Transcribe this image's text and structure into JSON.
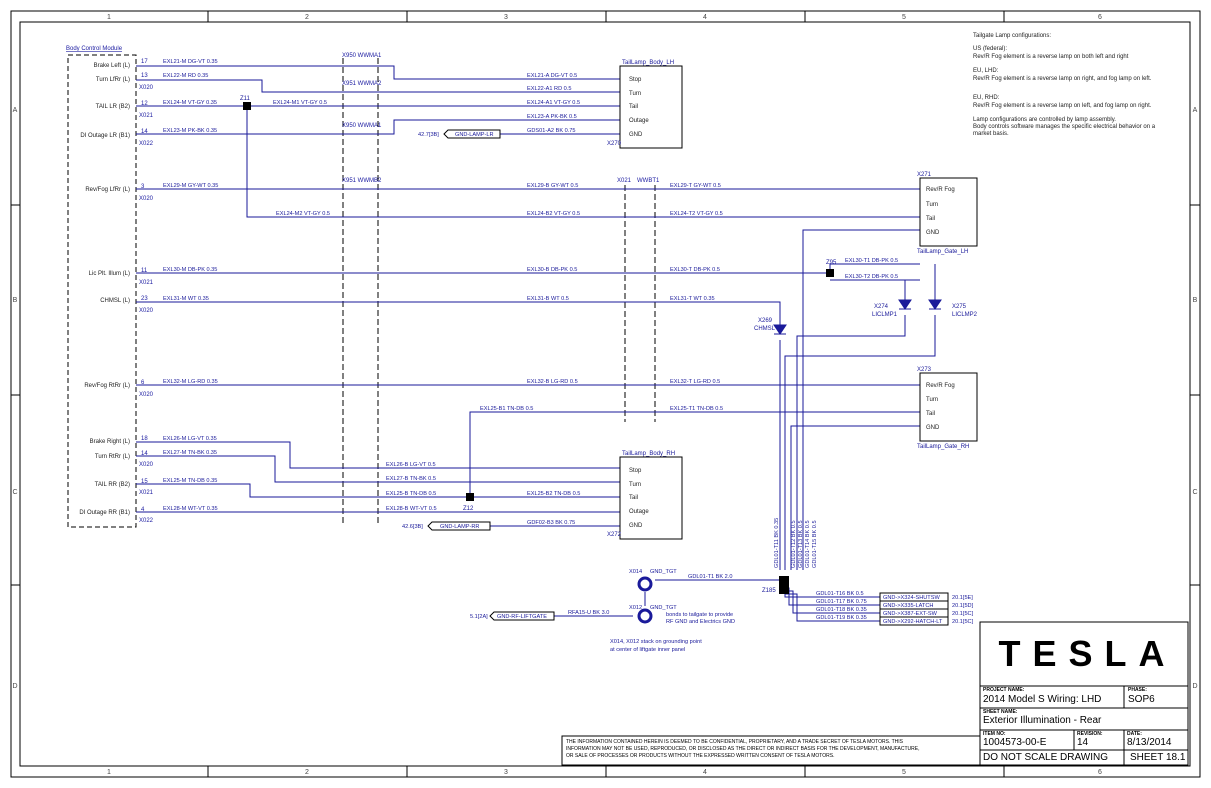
{
  "border": {
    "cols": [
      "1",
      "2",
      "3",
      "4",
      "5",
      "6"
    ],
    "rows": [
      "A",
      "B",
      "C",
      "D"
    ]
  },
  "config": {
    "title": "Tailgate Lamp configurations:",
    "us_head": "US (federal):",
    "us_text": "Rev/R Fog element is a reverse lamp on both left and right",
    "eu_head": "EU, LHD:",
    "eu_text": "Rev/R Fog element is a reverse lamp on right, and fog lamp on left.",
    "euh_head": "EU, RHD:",
    "euh_text": "Rev/R Fog element is a reverse lamp on left, and fog lamp on right.",
    "note1": "Lamp configurations are controlled by lamp assembly.",
    "note2": "Body controls software manages the specific electrical behavior on a",
    "note3": "market basis."
  },
  "bcm": {
    "title": "Body Control Module",
    "pins": [
      {
        "label": "Brake Left (L)",
        "pin": "17"
      },
      {
        "label": "Turn LfRr (L)",
        "pin": "13",
        "conn": "X020"
      },
      {
        "label": "TAIL LR (B2)",
        "pin": "12",
        "conn": "X021"
      },
      {
        "label": "DI Outage LR (B1)",
        "pin": "14",
        "conn": "X022"
      },
      {
        "label": "Rev/Fog LfRr (L)",
        "pin": "3",
        "conn": "X020"
      },
      {
        "label": "Lic Plt. Illum (L)",
        "pin": "11",
        "conn": "X021"
      },
      {
        "label": "CHMSL (L)",
        "pin": "23",
        "conn": "X020"
      },
      {
        "label": "Rev/Fog RtRr (L)",
        "pin": "6",
        "conn": "X020"
      },
      {
        "label": "Brake Right (L)",
        "pin": "18"
      },
      {
        "label": "Turn RtRr (L)",
        "pin": "14",
        "conn": "X020"
      },
      {
        "label": "TAIL RR (B2)",
        "pin": "15",
        "conn": "X021"
      },
      {
        "label": "DI Outage RR (B1)",
        "pin": "4",
        "conn": "X022"
      }
    ]
  },
  "wires": {
    "w1": "EXL21-M DG-VT 0.35",
    "w2": "EXL22-M RD 0.35",
    "w3": "EXL24-M VT-GY 0.35",
    "w3b": "EXL24-M1 VT-GY 0.5",
    "w4": "EXL23-M PK-BK 0.35",
    "w5": "EXL29-M GY-WT 0.35",
    "w5b": "EXL24-M2 VT-GY 0.5",
    "w6": "EXL30-M DB-PK 0.35",
    "w7": "EXL31-M WT 0.35",
    "w8": "EXL32-M LG-RD 0.35",
    "w9": "EXL26-M LG-VT 0.35",
    "w10": "EXL27-M TN-BK 0.35",
    "w11": "EXL25-M TN-DB 0.35",
    "w12": "EXL28-M WT-VT 0.35",
    "r1": "EXL21-A DG-VT 0.5",
    "r2": "EXL22-A1 RD 0.5",
    "r3": "EXL24-A1 VT-GY 0.5",
    "r4": "EXL23-A PK-BK 0.5",
    "r5": "GDS01-A2 BK 0.75",
    "r6": "EXL29-B GY-WT 0.5",
    "r6b": "EXL29-T GY-WT 0.5",
    "r7": "EXL24-B2 VT-GY 0.5",
    "r7b": "EXL24-T2 VT-GY 0.5",
    "r8": "EXL30-B DB-PK 0.5",
    "r8b": "EXL30-T DB-PK 0.5",
    "r8c": "EXL30-T1 DB-PK 0.5",
    "r8d": "EXL30-T2 DB-PK 0.5",
    "r9": "EXL31-B WT 0.5",
    "r9b": "EXL31-T WT 0.35",
    "r10": "EXL32-B LG-RD 0.5",
    "r10b": "EXL32-T LG-RD 0.5",
    "r11": "EXL25-B1 TN-DB 0.5",
    "r11b": "EXL25-T1 TN-DB 0.5",
    "r12": "EXL26-B LG-VT 0.5",
    "r13": "EXL27-B TN-BK 0.5",
    "r14": "EXL25-B TN-DB 0.5",
    "r14b": "EXL25-B2 TN-DB 0.5",
    "r15": "EXL28-B WT-VT 0.5",
    "r16": "GDF02-B3 BK 0.75",
    "g1": "GDL01-T1 BK 2.0",
    "g2": "RFA15-U BK 3.0",
    "v1": "GDL01-T11 BK 0.35",
    "v2": "GDL01-T12 BK 0.5",
    "v3": "GDL01-T13 BK 0.5",
    "v4": "GDL01-T14 BK 0.5",
    "v5": "GDL01-T15 BK 0.5",
    "s1": "GDL01-T16 BK 0.5",
    "s2": "GDL01-T17 BK 0.75",
    "s3": "GDL01-T18 BK 0.35",
    "s4": "GDL01-T19 BK 0.35"
  },
  "connectors": {
    "x950a": "X950 WWMA1",
    "x951a": "X951 WWMA2",
    "x950b": "X950 WWMA1",
    "x951b": "X951 WWMB2",
    "x021": "X021",
    "wwbt1": "WWBT1"
  },
  "splices": {
    "z11": "Z11",
    "z12": "Z12",
    "z95": "Z95",
    "z185": "Z185"
  },
  "lamps": {
    "lh_body": "TailLamp_Body_LH",
    "lh_body_id": "X270",
    "rh_body": "TailLamp_Body_RH",
    "rh_body_id": "X272",
    "lh_gate": "TailLamp_Gate_LH",
    "lh_gate_id": "X271",
    "rh_gate": "TailLamp_Gate_RH",
    "rh_gate_id": "X273",
    "stop": "Stop",
    "turn": "Turn",
    "tail": "Tail",
    "outage": "Outage",
    "gnd": "GND",
    "revfog": "Rev/R Fog",
    "x274": "X274",
    "lic1": "LICLMP1",
    "x275": "X275",
    "lic2": "LICLMP2",
    "x269": "X269",
    "chmsl": "CHMSL"
  },
  "refs": {
    "gnd_lr_ref": "42.7[3B]",
    "gnd_lr": "GND-LAMP-LR",
    "gnd_rr_ref": "42.6[3B]",
    "gnd_rr": "GND-LAMP-RR",
    "rf_ref": "5.1[2A]",
    "rf": "GND-RF-LIFTGATE",
    "x014": "X014",
    "gnd_tgt": "GND_TGT",
    "x012": "X012",
    "gnd_tgt2": "GND_TGT",
    "bond1": "bonds to tailgate to provide",
    "bond2": "RF GND and Electrics GND",
    "note1": "X014, X012 stack on grounding point",
    "note2": "at center of liftgate inner panel",
    "o1": "GND->X324-SHUTSW",
    "o1r": "20.1[5E]",
    "o2": "GND->X335-LATCH",
    "o2r": "20.1[5D]",
    "o3": "GND->X387-EXT-SW",
    "o3r": "20.1[5C]",
    "o4": "GND->X292-HATCH-LT",
    "o4r": "20.1[5C]"
  },
  "titleblock": {
    "logo": "TESLA",
    "name_lbl": "PROJECT NAME:",
    "name": "2014 Model S Wiring: LHD",
    "phase_lbl": "PHASE:",
    "phase": "SOP6",
    "sheet_lbl": "SHEET NAME:",
    "sheet_name": "Exterior Illumination - Rear",
    "item_lbl": "ITEM NO:",
    "item": "1004573-00-E",
    "rev_lbl": "REVISION:",
    "rev": "14",
    "date_lbl": "DATE:",
    "date": "8/13/2014",
    "dns": "DO NOT SCALE DRAWING",
    "sheet": "SHEET 18.1",
    "conf1": "THE INFORMATION CONTAINED HEREIN IS DEEMED TO BE CONFIDENTIAL, PROPRIETARY, AND A TRADE SECRET OF TESLA MOTORS. THIS",
    "conf2": "INFORMATION MAY NOT BE USED, REPRODUCED, OR DISCLOSED AS THE DIRECT OR INDIRECT BASIS FOR THE DEVELOPMENT, MANUFACTURE,",
    "conf3": "OR SALE OF PROCESSES OR PRODUCTS WITHOUT THE EXPRESSED WRITTEN CONSENT OF TESLA MOTORS."
  }
}
